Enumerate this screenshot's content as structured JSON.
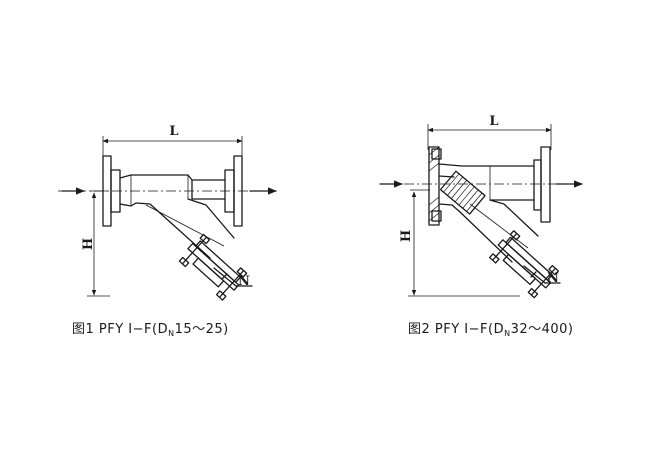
{
  "figure1": {
    "dim_length": "L",
    "dim_height": "H",
    "dim_nozzle": "N",
    "caption": {
      "prefix": "图1 PFY Ⅰ−F(D",
      "subscript": "N",
      "suffix": "15～25)"
    }
  },
  "figure2": {
    "dim_length": "L",
    "dim_height": "H",
    "dim_nozzle": "N",
    "caption": {
      "prefix": "图2 PFY Ⅰ−F(D",
      "subscript": "N",
      "suffix": "32～400)"
    }
  },
  "colors": {
    "line": "#1a1a1a",
    "background": "#ffffff"
  }
}
